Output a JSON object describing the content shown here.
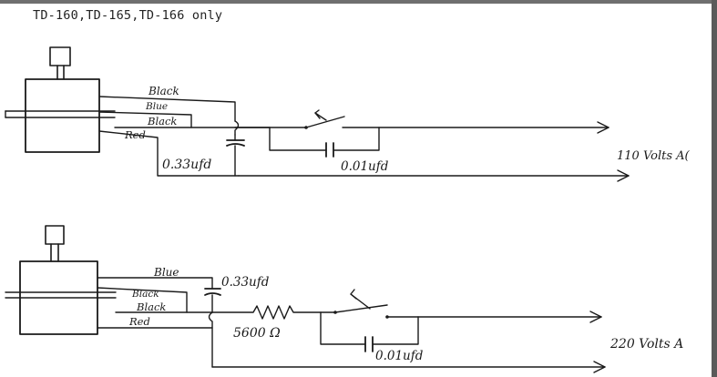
{
  "header": {
    "title": "TD-160,TD-165,TD-166 only"
  },
  "diagram_top": {
    "wires": [
      "Black",
      "Blue",
      "Black",
      "Red"
    ],
    "capacitor_main": "0.33ufd",
    "capacitor_switch": "0.01ufd",
    "supply": "110 Volts A("
  },
  "diagram_bottom": {
    "wires": [
      "Blue",
      "Black",
      "Black",
      "Red"
    ],
    "capacitor_main": "0.33ufd",
    "resistor": "5600 Ω",
    "capacitor_switch": "0.01ufd",
    "supply": "220 Volts A"
  }
}
